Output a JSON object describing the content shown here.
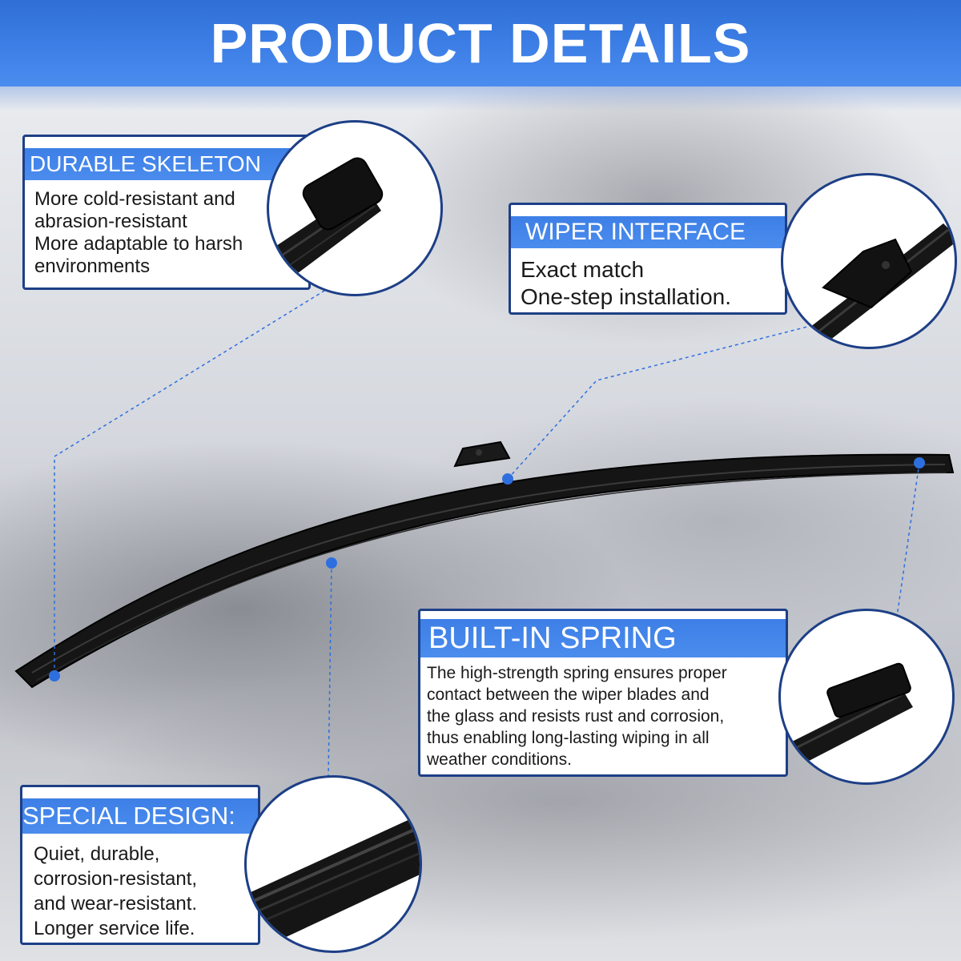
{
  "banner": {
    "title": "PRODUCT DETAILS"
  },
  "callouts": {
    "durable": {
      "title": "DURABLE SKELETON",
      "lines": [
        "More cold-resistant and",
        "abrasion-resistant",
        "More adaptable to harsh",
        "environments"
      ]
    },
    "interface": {
      "title": "WIPER INTERFACE",
      "lines": [
        "Exact match",
        "One-step installation."
      ]
    },
    "spring": {
      "title": "BUILT-IN SPRING",
      "lines": [
        "The high-strength spring ensures proper",
        "contact between the wiper blades and",
        "the glass and resists rust and corrosion,",
        "thus enabling long-lasting wiping in all",
        "weather conditions."
      ]
    },
    "special": {
      "title": "SPECIAL DESIGN:",
      "lines": [
        "Quiet, durable,",
        "corrosion-resistant,",
        "and wear-resistant.",
        "Longer service life."
      ]
    }
  },
  "colors": {
    "accent": "#3d7fe6",
    "border": "#1d3f86",
    "marker": "#2e6fe0",
    "blade": "#121212"
  },
  "icons": {
    "detail_images": [
      "blade-end-cap-icon",
      "wiper-connector-icon",
      "spring-end-icon",
      "rubber-strip-icon"
    ]
  }
}
